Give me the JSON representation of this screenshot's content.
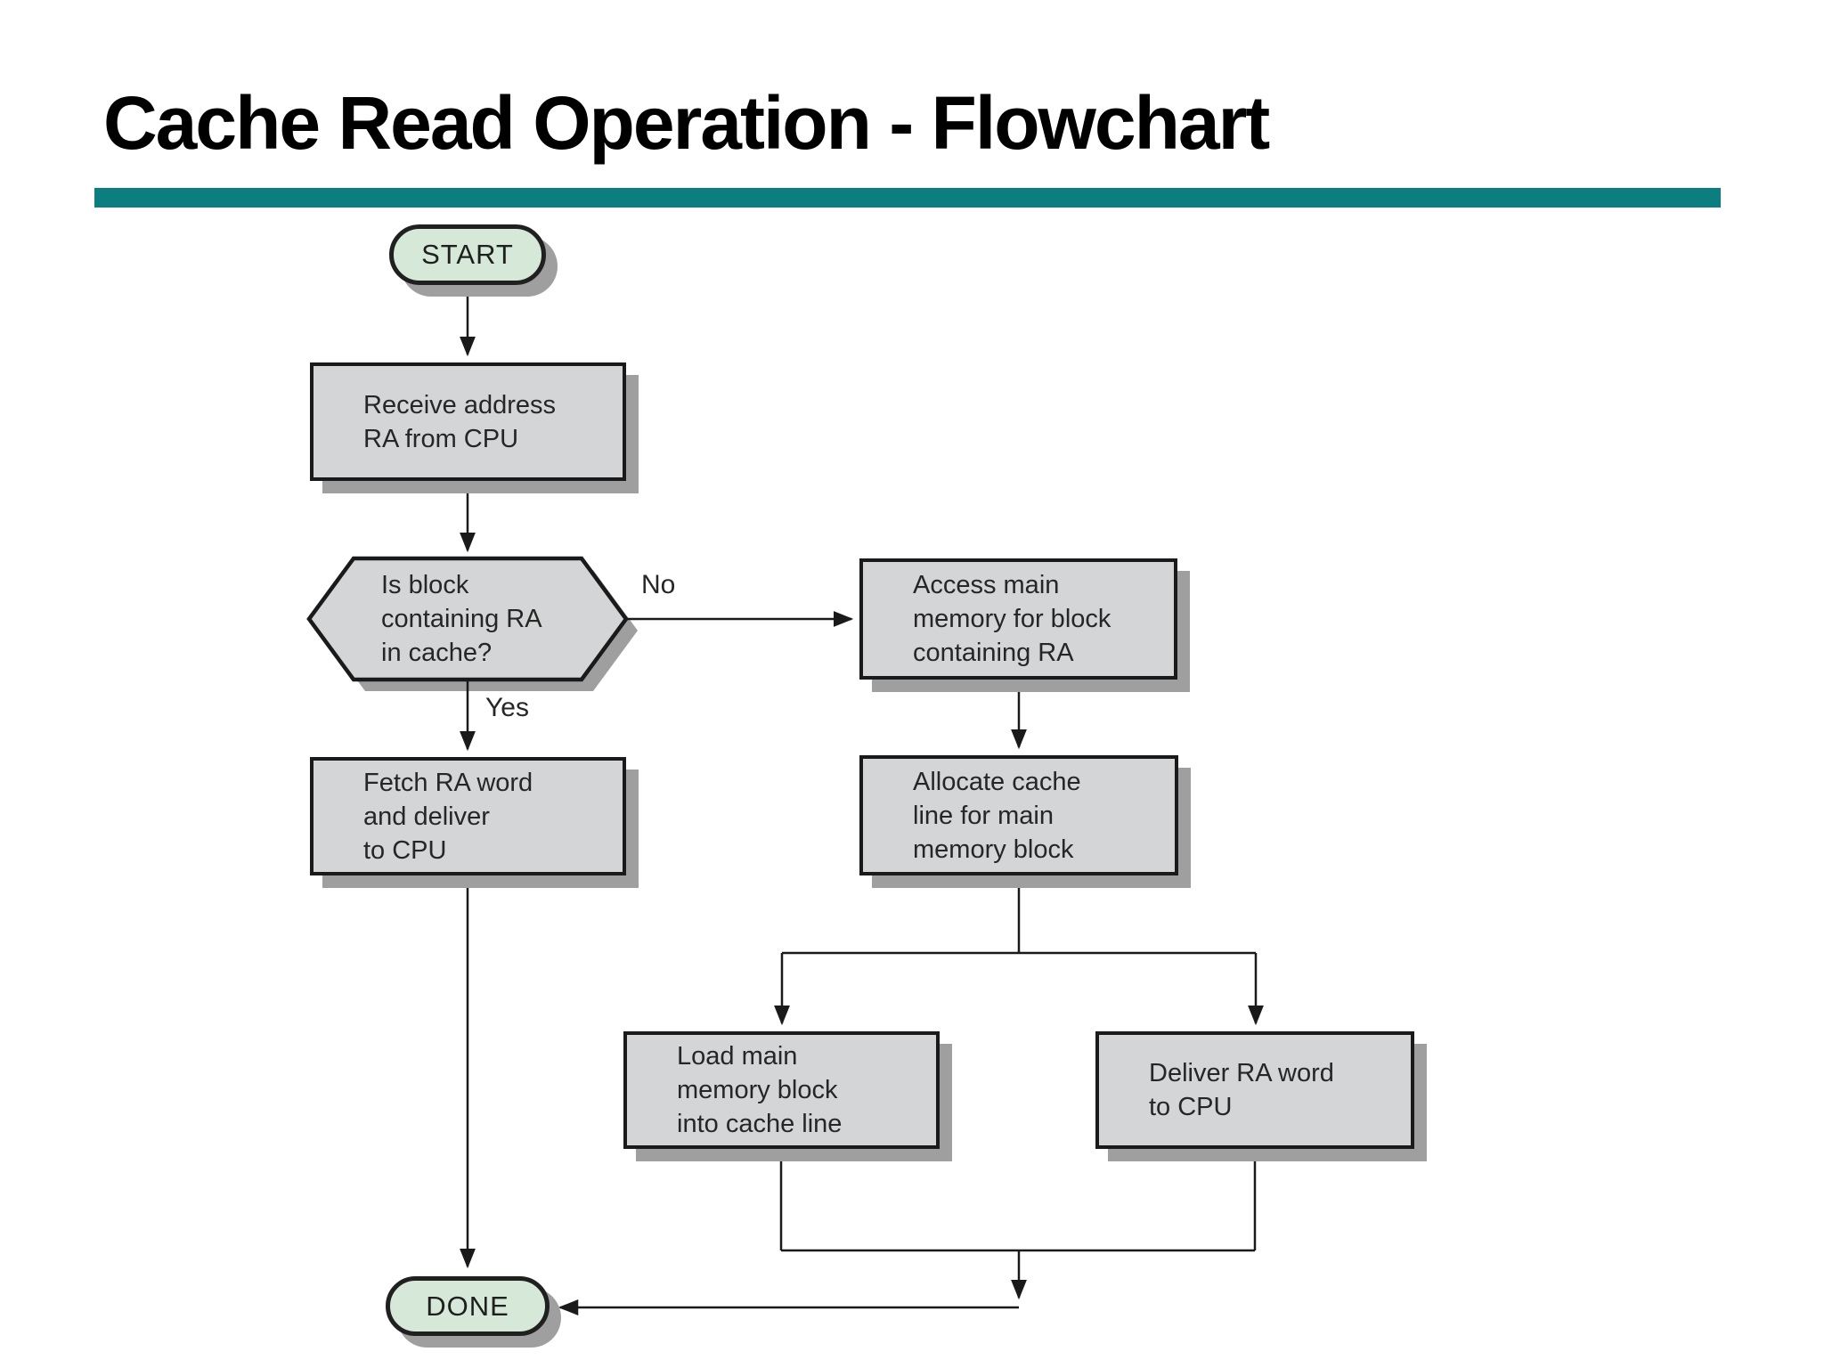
{
  "slide": {
    "title": "Cache Read Operation - Flowchart"
  },
  "flowchart": {
    "nodes": {
      "start": {
        "label": "START",
        "shape": "terminal"
      },
      "receive": {
        "label": "Receive address\nRA from CPU",
        "shape": "process"
      },
      "decision": {
        "label": "Is block\ncontaining RA\nin cache?",
        "shape": "decision-hexagon"
      },
      "access": {
        "label": "Access main\nmemory for block\ncontaining RA",
        "shape": "process"
      },
      "fetch": {
        "label": "Fetch RA word\nand deliver\nto CPU",
        "shape": "process"
      },
      "allocate": {
        "label": "Allocate cache\nline for main\nmemory block",
        "shape": "process"
      },
      "load": {
        "label": "Load main\nmemory block\ninto cache line",
        "shape": "process"
      },
      "deliver": {
        "label": "Deliver RA word\nto CPU",
        "shape": "process"
      },
      "done": {
        "label": "DONE",
        "shape": "terminal"
      }
    },
    "edge_labels": {
      "yes": "Yes",
      "no": "No"
    }
  },
  "colors": {
    "accent_teal": "#0c7e80",
    "node_fill": "#d4d5d6",
    "node_border": "#1a1a1a",
    "terminal_fill": "#d6e9d8",
    "shadow_gray": "#9f9f9f",
    "text": "#262626"
  }
}
